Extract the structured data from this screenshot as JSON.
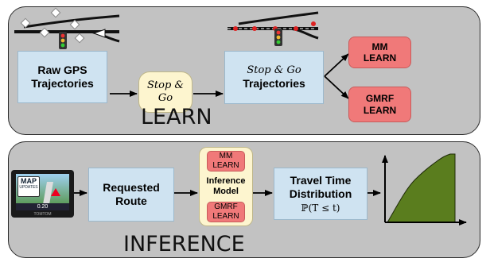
{
  "learn_panel": {
    "title": "LEARN",
    "raw_gps": "Raw GPS\nTrajectories",
    "stopgo_label": "Stop & Go",
    "stopgo_traj_line1": "Stop & Go",
    "stopgo_traj_line2": "Trajectories",
    "mm_learn": "MM\nLEARN",
    "gmrf_learn": "GMRF\nLEARN"
  },
  "inference_panel": {
    "title": "INFERENCE",
    "gps_device": {
      "screen_text": "MAP",
      "screen_subtext": "UPDATES",
      "speed": "0.20",
      "brand": "TOMTOM"
    },
    "requested_route": "Requested\nRoute",
    "model": {
      "mm_learn": "MM\nLEARN",
      "title": "Inference\nModel",
      "gmrf_learn": "GMRF\nLEARN"
    },
    "travel_time_line1": "Travel Time",
    "travel_time_line2": "Distribution",
    "travel_time_formula": "ℙ(T ≤ t)"
  },
  "colors": {
    "panel": "#c2c2c2",
    "box_blue": "#cfe3f1",
    "box_red": "#f07979",
    "box_yellow": "#fdf5cf",
    "curve_fill": "#5a7d1e"
  }
}
